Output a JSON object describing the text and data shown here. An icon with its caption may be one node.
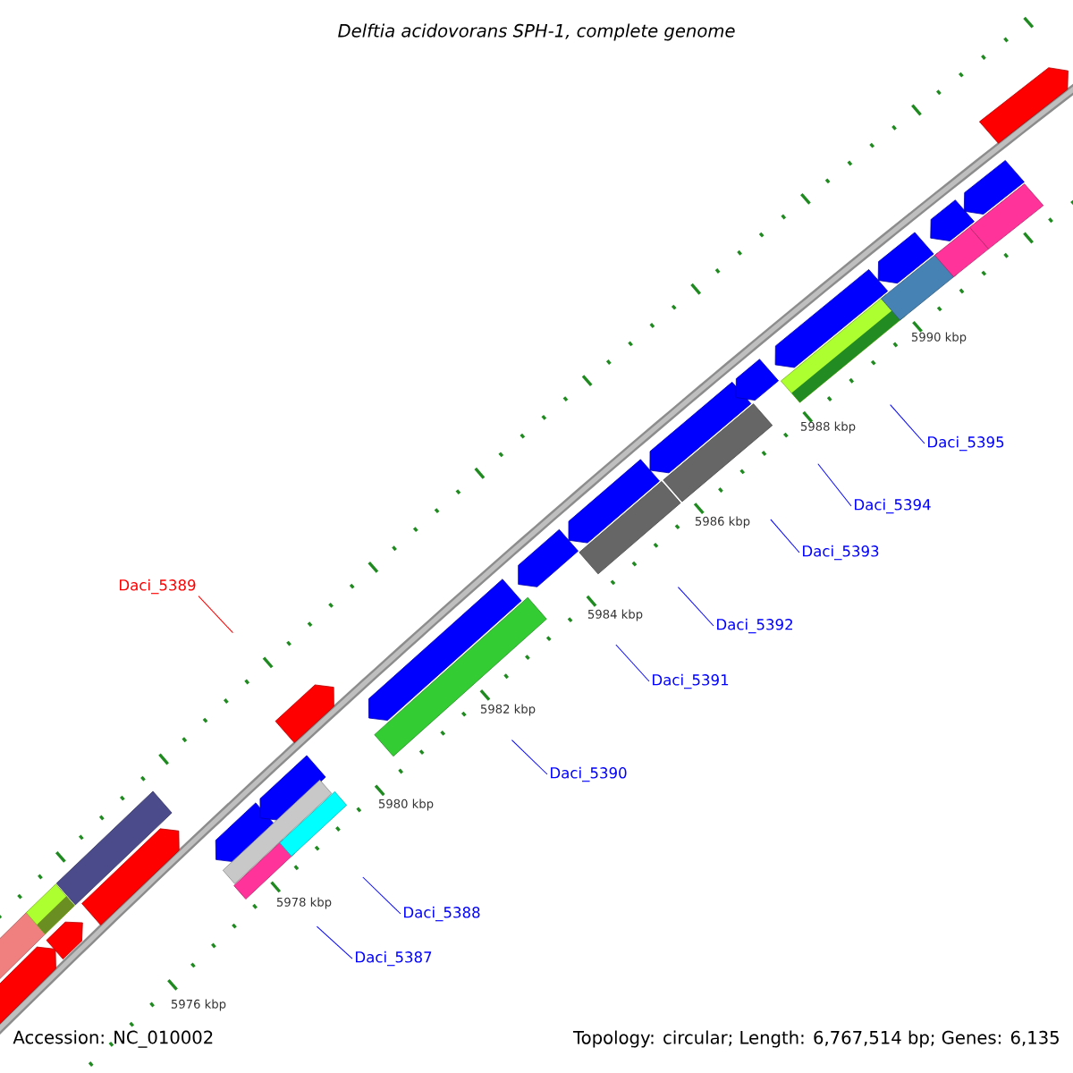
{
  "diagram": {
    "title": "Delftia acidovorans SPH-1, complete genome",
    "nodes": [
      {
        "text": [
          "Daci_5387"
        ]
      },
      {
        "text": [
          "Daci_5388"
        ]
      },
      {
        "text": [
          "Daci_5389"
        ]
      },
      {
        "text": [
          "Daci_5390"
        ]
      },
      {
        "text": [
          "Daci_5391"
        ]
      },
      {
        "text": [
          "Daci_5392"
        ]
      },
      {
        "text": [
          "Daci_5393"
        ]
      },
      {
        "text": [
          "Daci_5394"
        ]
      },
      {
        "text": [
          "Daci_5395"
        ]
      }
    ],
    "edges": [
      {
        "from": 0,
        "to": null,
        "arrow": "none"
      },
      {
        "from": 1,
        "to": null,
        "arrow": "none"
      },
      {
        "from": 2,
        "to": null,
        "arrow": "none",
        "color": "#ff0000"
      },
      {
        "from": 3,
        "to": null,
        "arrow": "none"
      },
      {
        "from": 4,
        "to": null,
        "arrow": "none"
      },
      {
        "from": 5,
        "to": null,
        "arrow": "none"
      },
      {
        "from": 6,
        "to": null,
        "arrow": "none"
      },
      {
        "from": 7,
        "to": null,
        "arrow": "none"
      },
      {
        "from": 8,
        "to": null,
        "arrow": "none"
      }
    ],
    "labels": [
      "5976 kbp",
      "5978 kbp",
      "5980 kbp",
      "5982 kbp",
      "5984 kbp",
      "5986 kbp",
      "5988 kbp",
      "5990 kbp",
      "Accession: NC_010002",
      "Topology: circular; Length: 6,767,514 bp; Genes: 6,135"
    ]
  }
}
